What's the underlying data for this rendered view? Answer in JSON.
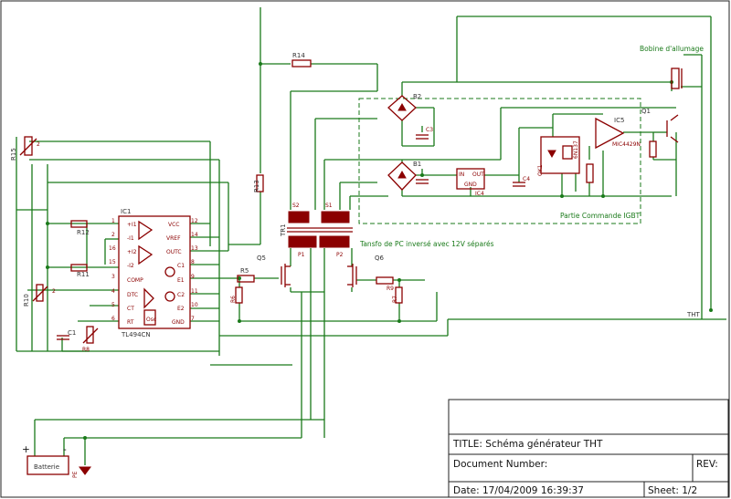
{
  "labels": {
    "ic1": "IC1",
    "ic1_part": "TL494CN",
    "ic1_pins_left": [
      "+I1",
      "-I1",
      "+I2",
      "-I2",
      "COMP",
      "DTC",
      "CT",
      "RT"
    ],
    "ic1_pins_right": [
      "VCC",
      "VREF",
      "OUTC",
      "C1",
      "E1",
      "C2",
      "E2",
      "GND"
    ],
    "ic1_pin_nums_left": [
      "1",
      "2",
      "16",
      "15",
      "3",
      "4",
      "5",
      "6"
    ],
    "ic1_pin_nums_right": [
      "12",
      "14",
      "13",
      "8",
      "9",
      "11",
      "10",
      "7"
    ],
    "ic1_osc": "Osc",
    "r15": "R15",
    "r10": "R10",
    "r12": "R12",
    "r11": "R11",
    "r13": "R13",
    "r14": "R14",
    "r5": "R5",
    "r6": "R6",
    "r7": "R7",
    "r8": "R8",
    "r9": "R9",
    "c1": "C1",
    "c3": "C3",
    "c4": "C4",
    "b1": "B1",
    "b2": "B2",
    "tr1": "TR1",
    "q5": "Q5",
    "q6": "Q6",
    "q1": "Q1",
    "ic4": "IC4",
    "ic5": "IC5",
    "ic5_part": "MIC4429N",
    "ok1": "OK1",
    "ok_part": "6N137",
    "tr_pins": [
      "S2",
      "S1",
      "P1",
      "P2"
    ],
    "ic4_pins": [
      "IN",
      "OUT",
      "GND"
    ],
    "bobine": "Bobine d'allumage",
    "tht": "THT",
    "partie": "Partie Commande IGBT",
    "transfo": "Tansfo de PC inversé avec 12V séparés",
    "batterie": "Batterie",
    "plus": "+",
    "minus": "-",
    "pe": "PE",
    "pin2a": "2",
    "pin2b": "2"
  },
  "title_block": {
    "title": "TITLE:  Schéma générateur THT",
    "document_number": "Document Number:",
    "rev": "REV:",
    "date": "Date: 17/04/2009 16:39:37",
    "sheet": "Sheet: 1/2"
  },
  "colors": {
    "wire": "#1a7a1a",
    "component": "#8b0000",
    "frame": "#222222"
  }
}
